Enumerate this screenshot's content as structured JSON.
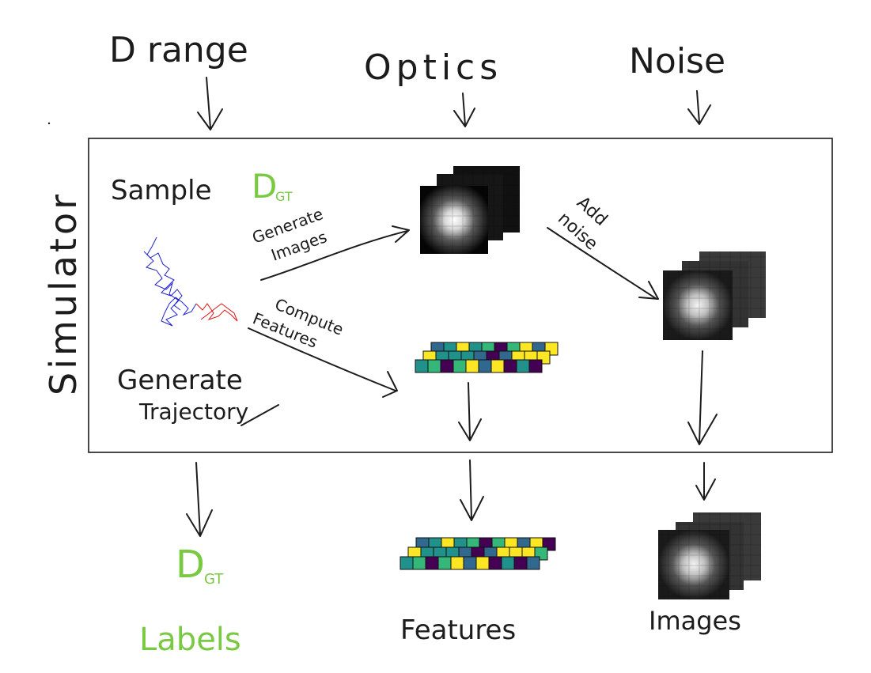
{
  "colors": {
    "ink": "#1c1c1c",
    "accent_green": "#7ac943",
    "traj_blue": "#2222cc",
    "traj_red": "#dd1111",
    "viridis": [
      "#440154",
      "#31688e",
      "#21918c",
      "#35b779",
      "#fde725"
    ]
  },
  "inputs": {
    "d_range": "D range",
    "optics": "Optics",
    "noise": "Noise"
  },
  "simulator": {
    "side_label": "Simulator",
    "sample_text": "Sample",
    "d_symbol": "D",
    "d_subscript": "GT",
    "generate_images_line1": "Generate",
    "generate_images_line2": "Images",
    "compute_features_line1": "Compute",
    "compute_features_line2": "Features",
    "generate_trajectory_line1": "Generate",
    "generate_trajectory_line2": "Trajectory",
    "add_noise_line1": "Add",
    "add_noise_line2": "noise"
  },
  "outputs": {
    "labels_symbol": "D",
    "labels_subscript": "GT",
    "labels": "Labels",
    "features": "Features",
    "images": "Images"
  }
}
